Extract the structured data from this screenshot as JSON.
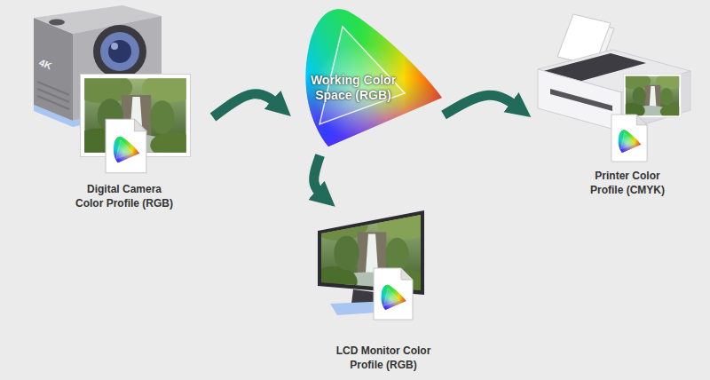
{
  "diagram": {
    "nodes": [
      {
        "text": [
          "Digital Camera Color Profile (RGB)"
        ]
      },
      {
        "text": [
          "Working Color Space (RGB)"
        ]
      },
      {
        "text": [
          "Printer Color Profile (CMYK)"
        ]
      },
      {
        "text": [
          "LCD Monitor Color Profile (RGB)"
        ]
      }
    ],
    "edges": [
      {
        "from": 0,
        "to": 1,
        "arrow": "to"
      },
      {
        "from": 1,
        "to": 2,
        "arrow": "to"
      },
      {
        "from": 1,
        "to": 3,
        "arrow": "to"
      }
    ],
    "labels": [
      "4K"
    ]
  }
}
